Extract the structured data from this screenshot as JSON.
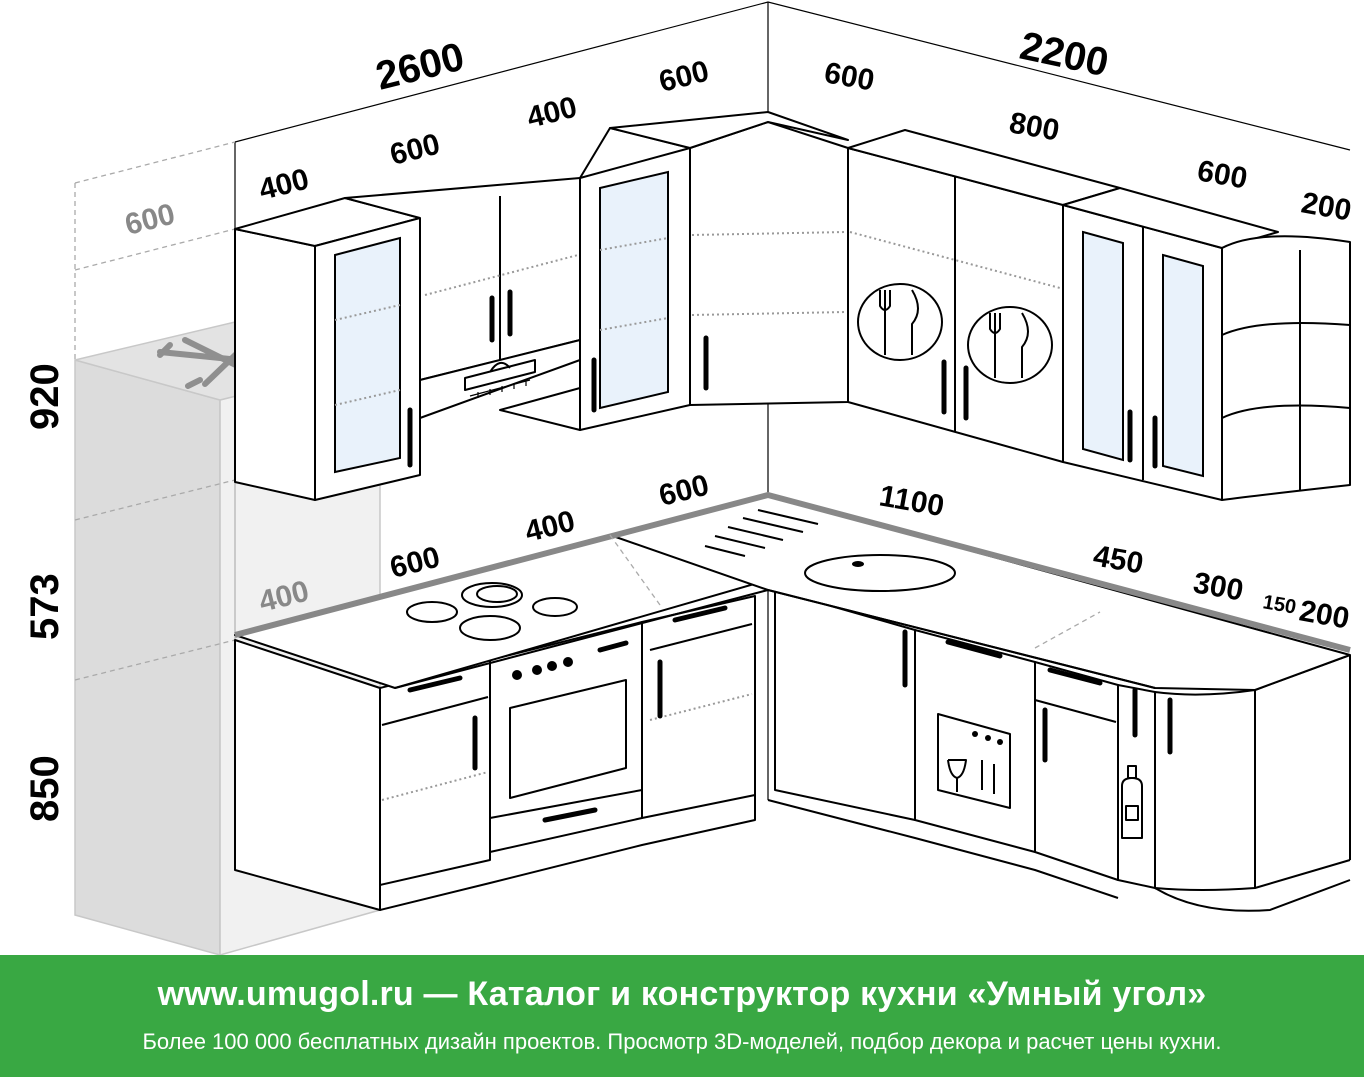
{
  "dimensions": {
    "total_left": "2600",
    "total_right": "2200",
    "upper_left": [
      "400",
      "600",
      "400",
      "600"
    ],
    "upper_right": [
      "600",
      "800",
      "600",
      "200"
    ],
    "base_left": [
      "400",
      "600",
      "400",
      "600"
    ],
    "base_right": [
      "1100",
      "450",
      "300",
      "150",
      "200"
    ],
    "fridge_depth": "600",
    "heights": [
      "920",
      "573",
      "850"
    ]
  },
  "footer": {
    "title": "www.umugol.ru — Каталог и конструктор кухни «Умный угол»",
    "subtitle": "Более 100 000 бесплатных дизайн проектов. Просмотр 3D-моделей, подбор декора и расчет цены кухни."
  },
  "colors": {
    "footer_bg": "#39a843",
    "glass": "#e9f2fb",
    "fridge": "#e6e6e6"
  }
}
